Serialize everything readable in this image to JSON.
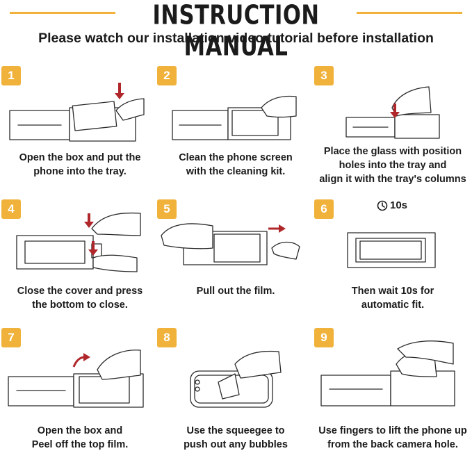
{
  "header": {
    "title": "INSTRUCTION MANUAL",
    "subtitle": "Please watch our installation video tutorial before installation",
    "accent_color": "#f0b23a"
  },
  "steps": [
    {
      "number": "1",
      "line1": "Open the box and put the",
      "line2": "phone into the tray.",
      "line3": ""
    },
    {
      "number": "2",
      "line1": "Clean the phone screen",
      "line2": "with the cleaning kit.",
      "line3": ""
    },
    {
      "number": "3",
      "line1": "Place the glass with position",
      "line2": "holes into the tray and",
      "line3": "align it with the tray's columns"
    },
    {
      "number": "4",
      "line1": "Close the cover and press",
      "line2": "the bottom to close.",
      "line3": ""
    },
    {
      "number": "5",
      "line1": "Pull out the film.",
      "line2": "",
      "line3": ""
    },
    {
      "number": "6",
      "line1": "Then wait 10s for",
      "line2": "automatic fit.",
      "line3": ""
    },
    {
      "number": "7",
      "line1": "Open the box and",
      "line2": "Peel off the top film.",
      "line3": ""
    },
    {
      "number": "8",
      "line1": "Use the squeegee to",
      "line2": "push out any bubbles",
      "line3": ""
    },
    {
      "number": "9",
      "line1": "Use fingers to lift the phone up",
      "line2": "from the back camera hole.",
      "line3": ""
    }
  ],
  "timer": {
    "label": "10s",
    "icon": "clock-icon"
  },
  "arrow_color": "#b0272b"
}
